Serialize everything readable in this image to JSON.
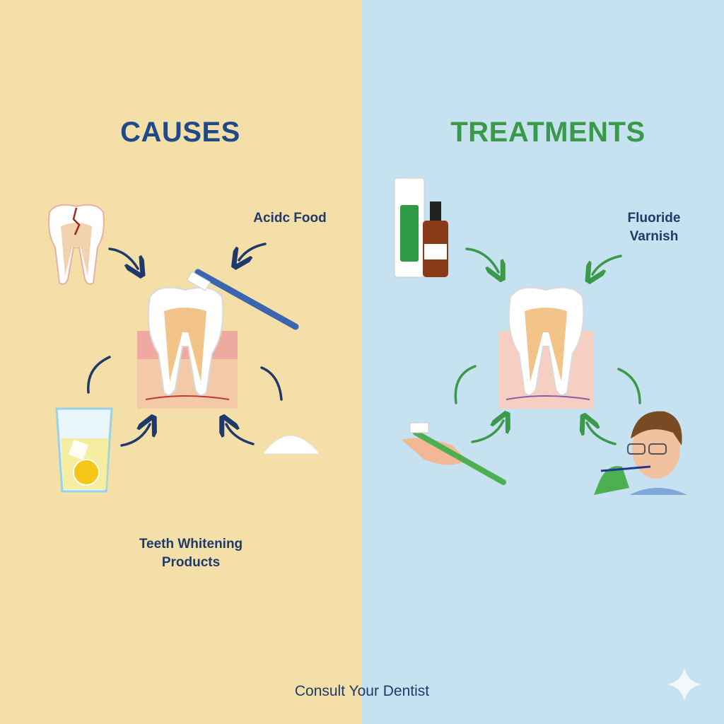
{
  "colors": {
    "left_bg": "#f4dfa8",
    "right_bg": "#c6e1ef",
    "causes_title": "#1f4a87",
    "treatments_title": "#3a9a4a",
    "label": "#1f3a6a"
  },
  "causes": {
    "title": "CAUSES",
    "labels": {
      "acidic_food": "Acidc Food",
      "whitening": "Teeth Whitening\nProducts"
    },
    "icons": [
      "cracked-tooth-icon",
      "toothbrush-icon",
      "lemon-water-glass-icon",
      "whitening-powder-icon",
      "tooth-cross-section-icon"
    ]
  },
  "treatments": {
    "title": "TREATMENTS",
    "labels": {
      "fluoride": "Fluoride\nVarnish"
    },
    "icons": [
      "sensitive-toothpaste-icon",
      "fluoride-bottle-icon",
      "hand-toothbrush-icon",
      "dentist-patient-icon",
      "tooth-cross-section-icon"
    ]
  },
  "footer": "Consult Your Dentist"
}
